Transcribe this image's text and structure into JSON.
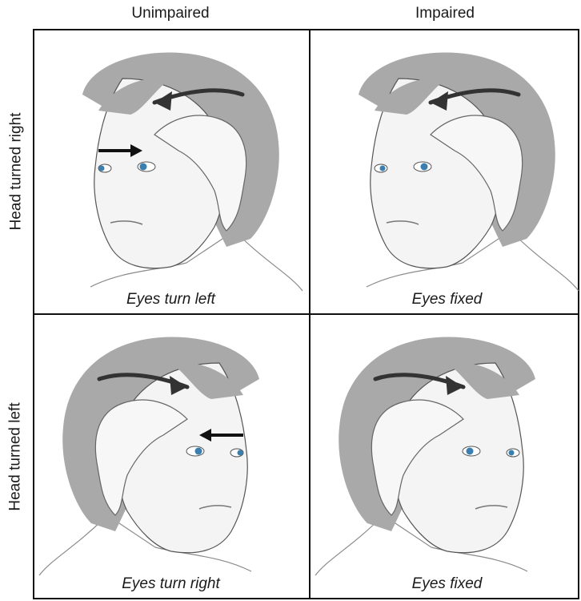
{
  "columns": {
    "left": "Unimpaired",
    "right": "Impaired"
  },
  "rows": {
    "top": "Head turned right",
    "bottom": "Head turned left"
  },
  "captions": {
    "top_left": "Eyes turn left",
    "top_right": "Eyes fixed",
    "bottom_left": "Eyes turn right",
    "bottom_right": "Eyes fixed"
  },
  "colors": {
    "hair": "#a9a9a9",
    "skin": "#f4f4f4",
    "iris": "#3a7fb0",
    "outline": "#555555",
    "arrow": "#1a1a1a"
  }
}
